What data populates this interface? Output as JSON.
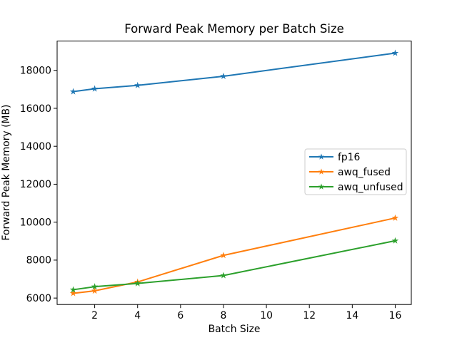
{
  "chart_data": {
    "type": "line",
    "title": "Forward Peak Memory per Batch Size",
    "xlabel": "Batch Size",
    "ylabel": "Forward Peak Memory (MB)",
    "x": [
      1,
      2,
      4,
      8,
      16
    ],
    "series": [
      {
        "name": "fp16",
        "color": "#1f77b4",
        "values": [
          16880,
          17030,
          17210,
          17690,
          18910
        ]
      },
      {
        "name": "awq_fused",
        "color": "#ff7f0e",
        "values": [
          6250,
          6380,
          6850,
          8250,
          10220
        ]
      },
      {
        "name": "awq_unfused",
        "color": "#2ca02c",
        "values": [
          6440,
          6600,
          6770,
          7190,
          9020
        ]
      }
    ],
    "xticks": [
      2,
      4,
      6,
      8,
      10,
      12,
      14,
      16
    ],
    "yticks": [
      6000,
      8000,
      10000,
      12000,
      14000,
      16000,
      18000
    ],
    "xlim": [
      0.25,
      16.75
    ],
    "ylim": [
      5660,
      19545
    ],
    "grid": false,
    "marker": "star",
    "legend_position": "center-right",
    "colors": {
      "axis": "#000000",
      "legend_border": "#cccccc",
      "background": "#ffffff"
    }
  }
}
